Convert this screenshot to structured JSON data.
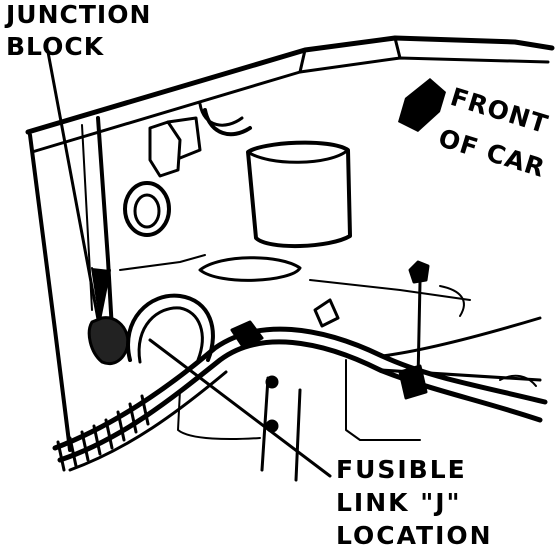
{
  "labels": {
    "junction_block": {
      "line1": "JUNCTION",
      "line2": "BLOCK"
    },
    "fusible_link": {
      "line1": "FUSIBLE",
      "line2": "LINK \"J\"",
      "line3": "LOCATION"
    },
    "front_of_car": {
      "line1": "FRONT",
      "line2": "OF CAR"
    }
  },
  "colors": {
    "ink": "#000000",
    "paper": "#ffffff"
  },
  "icons": {
    "direction_arrow": "arrow-pointing-front-of-car-icon"
  }
}
